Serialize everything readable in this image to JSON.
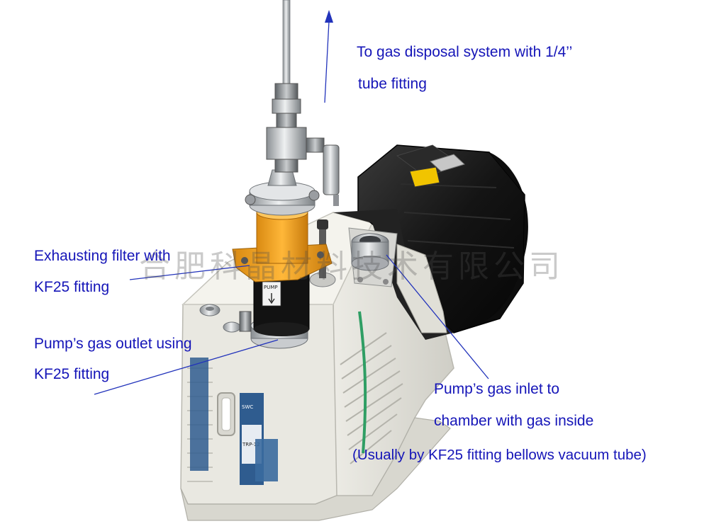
{
  "labels": {
    "gas_disposal_line1": "To gas disposal system with 1/4’’",
    "gas_disposal_line2": "tube fitting",
    "exhaust_filter_line1": "Exhausting filter with",
    "exhaust_filter_line2": "KF25 fitting",
    "gas_outlet_line1": "Pump’s gas outlet using",
    "gas_outlet_line2": "KF25 fitting",
    "gas_inlet_line1": "Pump’s gas inlet to",
    "gas_inlet_line2": "chamber with gas inside",
    "gas_inlet_note": "(Usually by KF25 fitting bellows vacuum tube)"
  },
  "watermark": "合肥科晶材料技术有限公司",
  "pump_marks": {
    "filter_tag": "PUMP",
    "model_tag": "TRP-12",
    "brand_tag": "SWC"
  },
  "colors": {
    "annotation_text": "#1515b8",
    "annotation_line": "#2233bb",
    "pump_body": "#ecebe4",
    "motor": "#1a1a1a",
    "filter_housing": "#f5a623",
    "model_plate": "#2f5c8f"
  }
}
